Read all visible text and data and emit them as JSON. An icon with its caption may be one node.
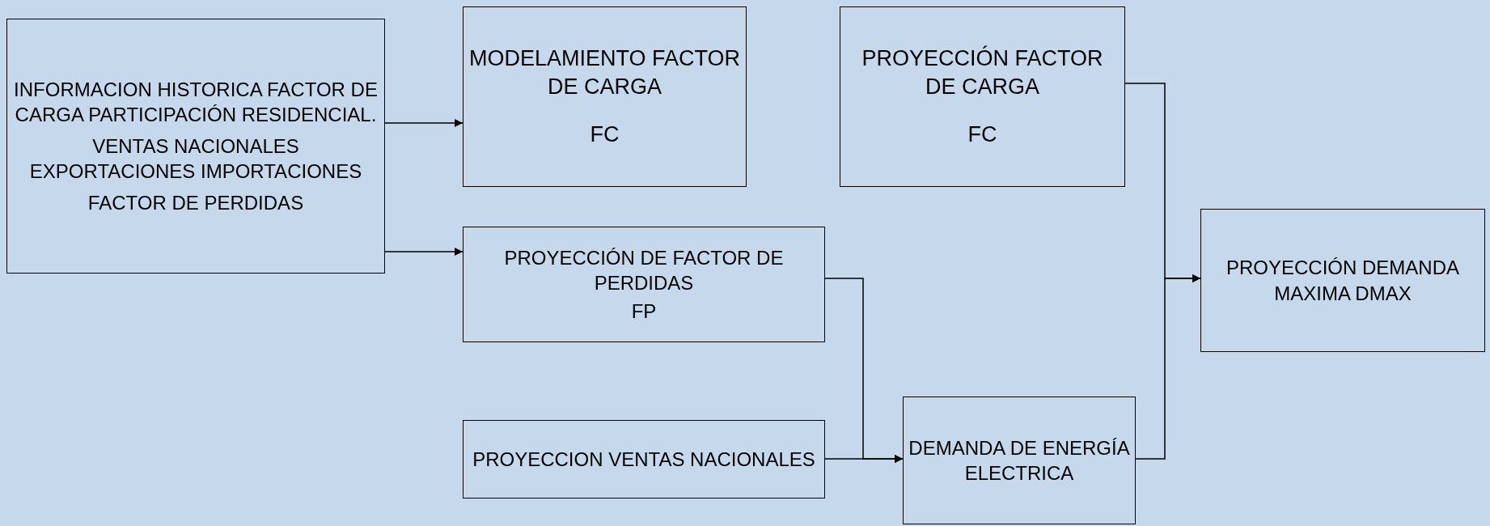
{
  "diagram": {
    "nodes": [
      {
        "text": [
          "INFORMACION HISTORICA FACTOR DE CARGA PARTICIPACIÓN RESIDENCIAL.",
          "VENTAS NACIONALES EXPORTACIONES IMPORTACIONES",
          "FACTOR DE PERDIDAS"
        ]
      },
      {
        "text": [
          "MODELAMIENTO FACTOR DE CARGA",
          "FC"
        ]
      },
      {
        "text": [
          "PROYECCIÓN FACTOR DE CARGA",
          "FC"
        ]
      },
      {
        "text": [
          "PROYECCIÓN DE FACTOR DE PERDIDAS",
          "FP"
        ]
      },
      {
        "text": [
          "PROYECCION VENTAS NACIONALES"
        ]
      },
      {
        "text": [
          "DEMANDA DE ENERGÍA ELECTRICA"
        ]
      },
      {
        "text": [
          "PROYECCIÓN DEMANDA MAXIMA DMAX"
        ]
      }
    ],
    "edges": [
      {
        "from": 0,
        "to": 1,
        "arrow": "to"
      },
      {
        "from": 0,
        "to": 3,
        "arrow": "to"
      },
      {
        "from": 3,
        "to": 5,
        "arrow": "to"
      },
      {
        "from": 4,
        "to": 5,
        "arrow": "to"
      },
      {
        "from": 2,
        "to": 6,
        "arrow": "to"
      },
      {
        "from": 5,
        "to": 6,
        "arrow": "to"
      }
    ]
  }
}
